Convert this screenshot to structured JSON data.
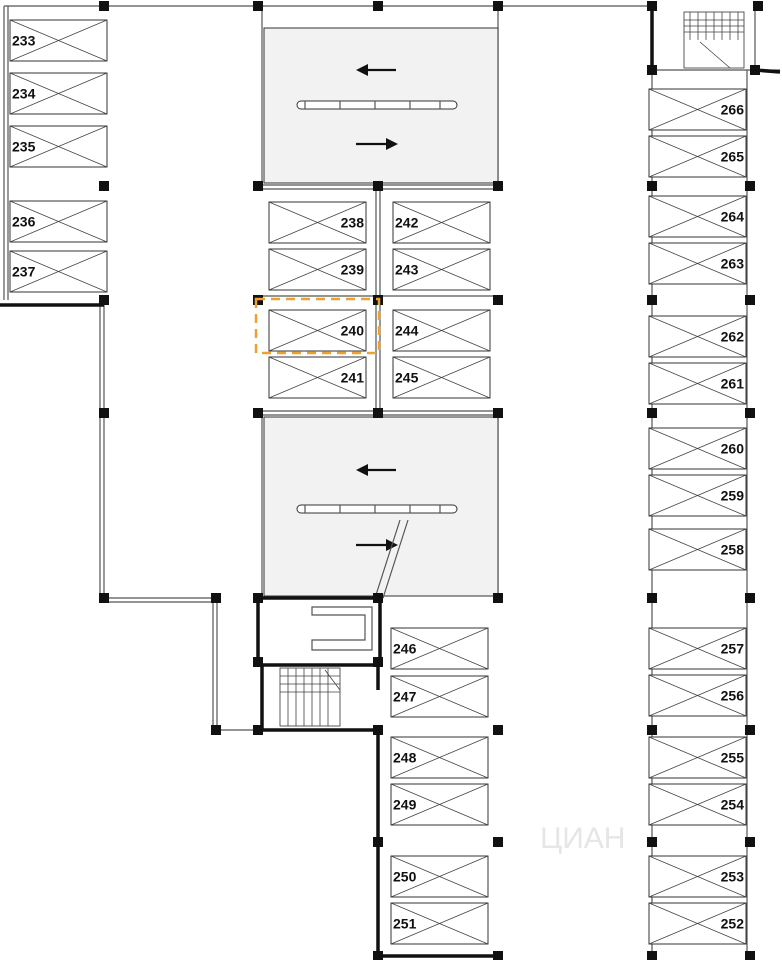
{
  "plan": {
    "highlighted_spot": "240",
    "highlight_color": "#f0a030",
    "spots": [
      {
        "number": "233"
      },
      {
        "number": "234"
      },
      {
        "number": "235"
      },
      {
        "number": "236"
      },
      {
        "number": "237"
      },
      {
        "number": "238"
      },
      {
        "number": "239"
      },
      {
        "number": "240"
      },
      {
        "number": "241"
      },
      {
        "number": "242"
      },
      {
        "number": "243"
      },
      {
        "number": "244"
      },
      {
        "number": "245"
      },
      {
        "number": "246"
      },
      {
        "number": "247"
      },
      {
        "number": "248"
      },
      {
        "number": "249"
      },
      {
        "number": "250"
      },
      {
        "number": "251"
      },
      {
        "number": "266"
      },
      {
        "number": "265"
      },
      {
        "number": "264"
      },
      {
        "number": "263"
      },
      {
        "number": "262"
      },
      {
        "number": "261"
      },
      {
        "number": "260"
      },
      {
        "number": "259"
      },
      {
        "number": "258"
      },
      {
        "number": "257"
      },
      {
        "number": "256"
      },
      {
        "number": "255"
      },
      {
        "number": "254"
      },
      {
        "number": "253"
      },
      {
        "number": "252"
      }
    ],
    "watermark": "ЦИАН"
  }
}
